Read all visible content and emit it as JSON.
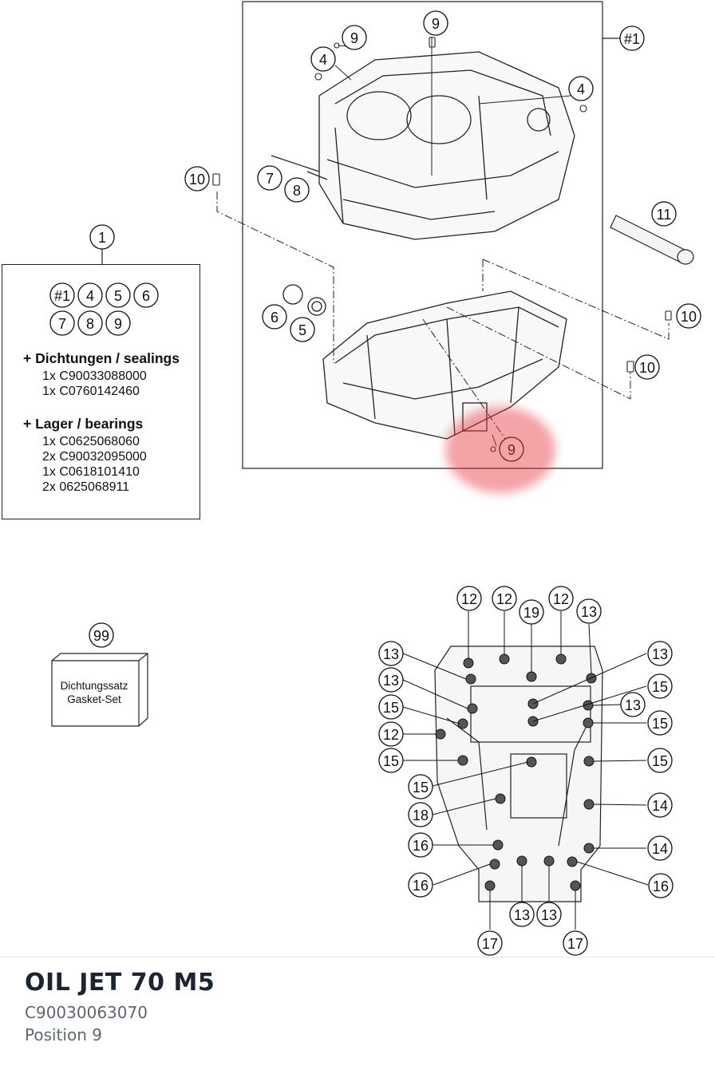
{
  "diagram": {
    "group_labels": {
      "top_set": "#1",
      "kit_ref": "1",
      "gasket_ref": "99"
    },
    "callouts_upper": [
      "9",
      "9",
      "4",
      "4",
      "#1",
      "7",
      "8",
      "10",
      "11",
      "6",
      "5",
      "10",
      "10",
      "9"
    ],
    "callouts_lower": [
      "12",
      "12",
      "19",
      "12",
      "13",
      "13",
      "13",
      "13",
      "15",
      "15",
      "13",
      "12",
      "15",
      "15",
      "15",
      "15",
      "14",
      "18",
      "16",
      "14",
      "16",
      "13",
      "13",
      "16",
      "17",
      "17"
    ],
    "kit_box": {
      "row1": [
        "#1",
        "4",
        "5",
        "6"
      ],
      "row2": [
        "7",
        "8",
        "9"
      ],
      "sealings_title": "+ Dichtungen / sealings",
      "sealings": [
        "1x C90033088000",
        "1x C0760142460"
      ],
      "bearings_title": "+ Lager / bearings",
      "bearings": [
        "1x C0625068060",
        "2x C90032095000",
        "1x C0618101410",
        "2x 0625068911"
      ]
    },
    "gasket_box": {
      "line1": "Dichtungssatz",
      "line2": "Gasket-Set"
    },
    "highlight_color": "#e6323c"
  },
  "part": {
    "name": "OIL JET 70 M5",
    "number": "C90030063070",
    "position": "Position 9"
  }
}
